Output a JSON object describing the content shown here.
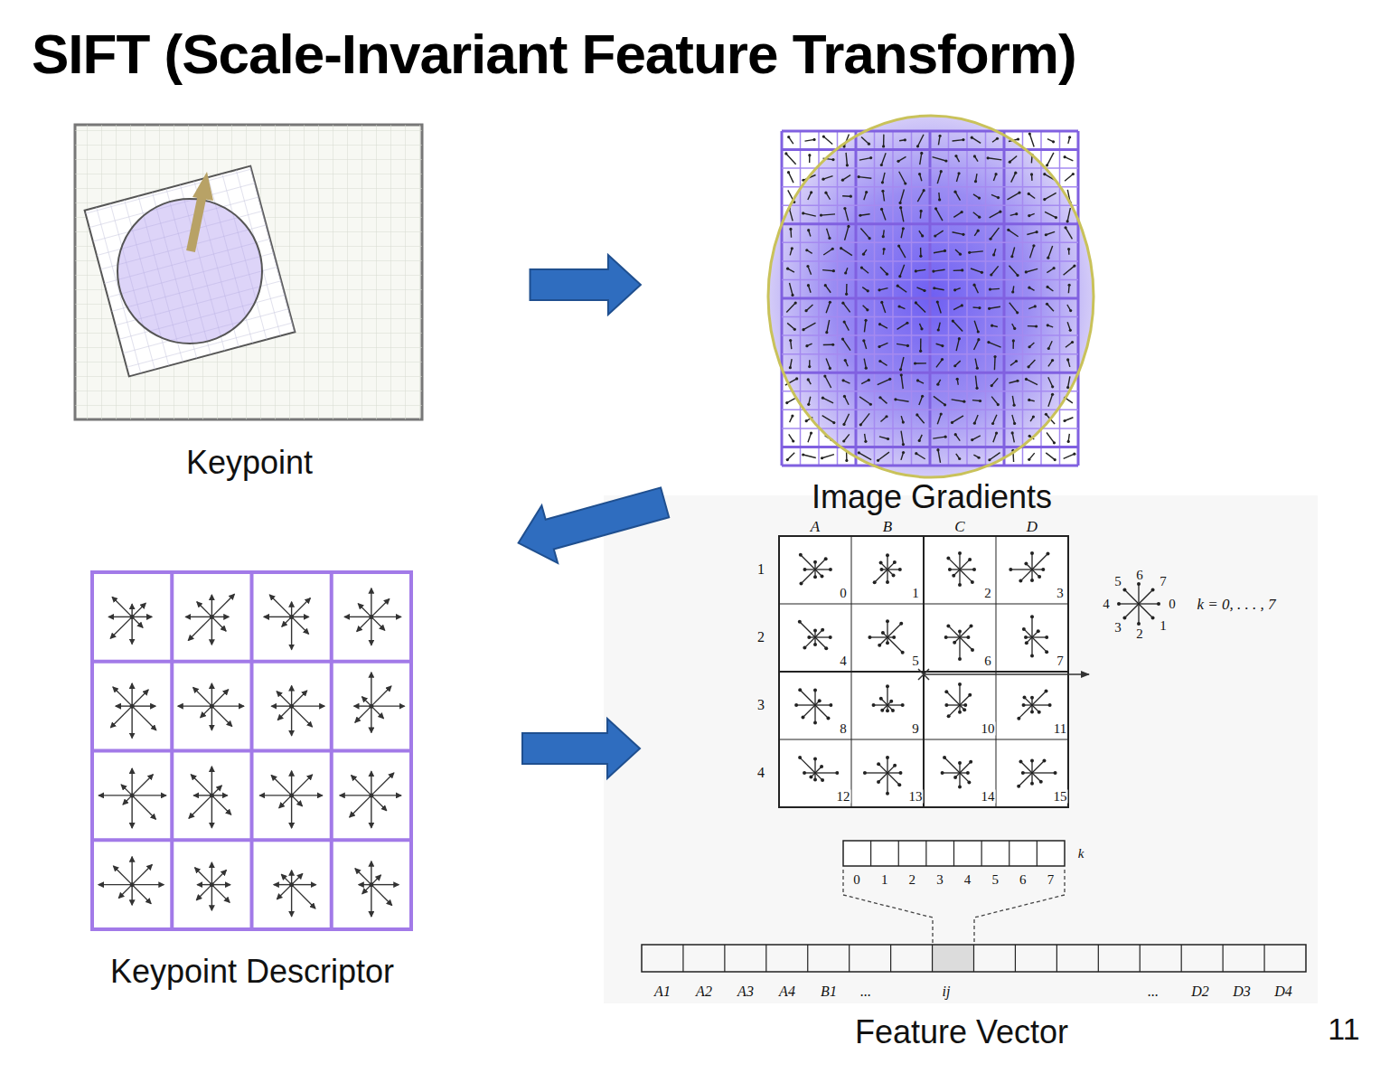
{
  "diagram": {
    "title": "SIFT (Scale-Invariant Feature Transform)",
    "nodes": [
      {
        "text": [
          "Keypoint"
        ]
      },
      {
        "text": [
          "Image Gradients"
        ]
      },
      {
        "text": [
          "Keypoint Descriptor"
        ]
      },
      {
        "text": [
          "Feature Vector"
        ]
      }
    ],
    "edges": [
      {
        "from": 0,
        "to": 1,
        "arrow": "to"
      },
      {
        "from": 1,
        "to": 2,
        "arrow": "to"
      },
      {
        "from": 2,
        "to": 3,
        "arrow": "to"
      }
    ],
    "labels": [
      "A",
      "B",
      "C",
      "D",
      "1",
      "2",
      "3",
      "4",
      "0",
      "1",
      "2",
      "3",
      "4",
      "5",
      "6",
      "7",
      "8",
      "9",
      "10",
      "11",
      "12",
      "13",
      "14",
      "15",
      "5",
      "6",
      "7",
      "4",
      "0",
      "3",
      "2",
      "1",
      "k = 0, . . . , 7",
      "k",
      "0",
      "1",
      "2",
      "3",
      "4",
      "5",
      "6",
      "7",
      "A1",
      "A2",
      "A3",
      "A4",
      "B1",
      "...",
      "ij",
      "...",
      "D2",
      "D3",
      "D4",
      "11"
    ]
  }
}
